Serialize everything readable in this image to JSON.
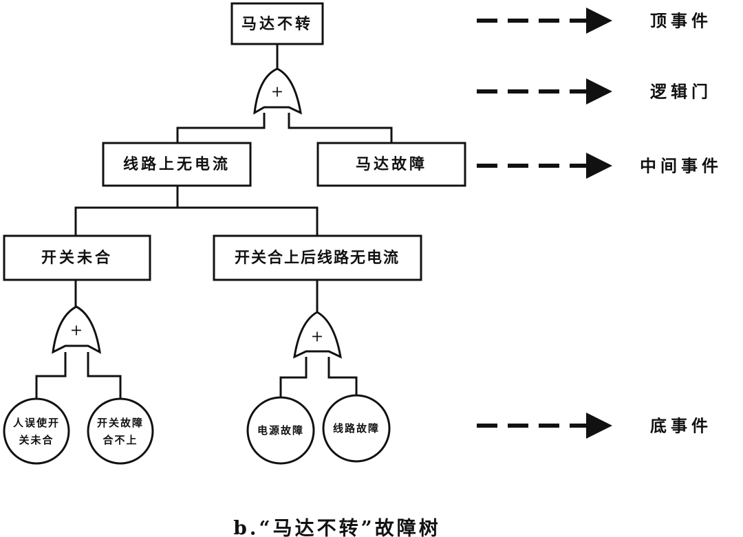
{
  "fault_tree": {
    "top_event": "马达不转",
    "gate_symbol": "+",
    "intermediate_events": {
      "no_current": "线路上无电流",
      "motor_fault": "马达故障",
      "switch_not_closed": "开关未合",
      "no_current_after_close": "开关合上后线路无电流"
    },
    "basic_events": {
      "human_error_line1": "人误使开",
      "human_error_line2": "关未合",
      "switch_fault_line1": "开关故障",
      "switch_fault_line2": "合不上",
      "power_fault": "电源故障",
      "line_fault": "线路故障"
    }
  },
  "legend": {
    "top_event": "顶事件",
    "logic_gate": "逻辑门",
    "intermediate_event": "中间事件",
    "basic_event": "底事件"
  },
  "caption": "b.“马达不转”故障树"
}
